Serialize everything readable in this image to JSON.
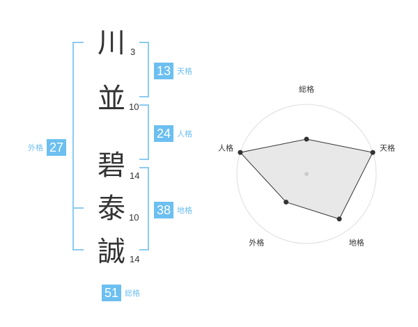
{
  "name": {
    "chars": [
      {
        "char": "川",
        "strokes": "3"
      },
      {
        "char": "並",
        "strokes": "10"
      },
      {
        "char": "碧",
        "strokes": "14"
      },
      {
        "char": "泰",
        "strokes": "10"
      },
      {
        "char": "誠",
        "strokes": "14"
      }
    ]
  },
  "fortune": {
    "tenkaku": {
      "value": "13",
      "label": "天格"
    },
    "jinkaku": {
      "value": "24",
      "label": "人格"
    },
    "chikaku": {
      "value": "38",
      "label": "地格"
    },
    "gaikaku": {
      "value": "27",
      "label": "外格"
    },
    "soukaku": {
      "value": "51",
      "label": "総格"
    }
  },
  "radar": {
    "axes": [
      "総格",
      "天格",
      "地格",
      "外格",
      "人格"
    ],
    "levels": 5,
    "values": [
      2.5,
      5,
      4,
      2.5,
      5
    ],
    "max": 5
  }
}
